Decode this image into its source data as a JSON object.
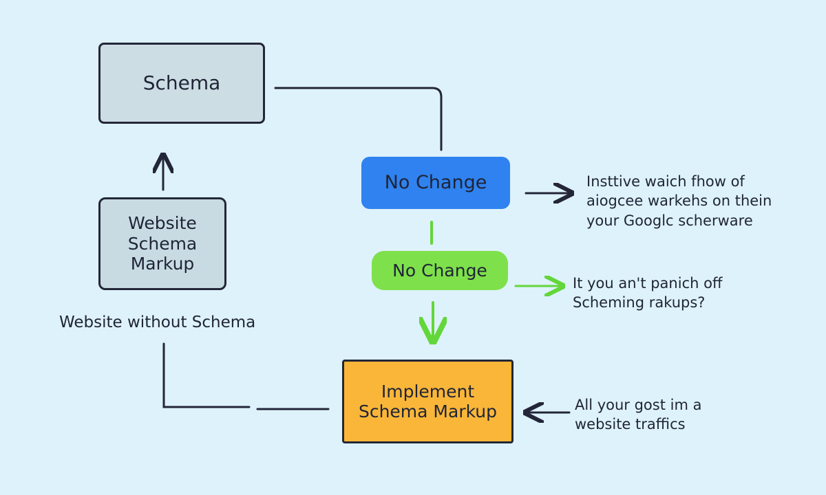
{
  "diagram": {
    "nodes": {
      "schema": "Schema",
      "website": "Website\nSchema\nMarkup",
      "no_change_1": "No Change",
      "no_change_2": "No Change",
      "implement": "Implement\nSchema Markup"
    },
    "labels": {
      "website_without": "Website without Schema",
      "note_1": "Insttive waich fhow of\naiogcee warkehs on thein\nyour Googlc scherware",
      "note_2": "It you an't panich off\nScheming rakups?",
      "note_3": "All your gost im a\nwebsite traffics"
    },
    "colors": {
      "background": "#def2fb",
      "no_change_1": "#2f82ef",
      "no_change_2": "#7ee04a",
      "implement": "#f9b638",
      "line": "#232638",
      "green_line": "#63d63a"
    }
  }
}
